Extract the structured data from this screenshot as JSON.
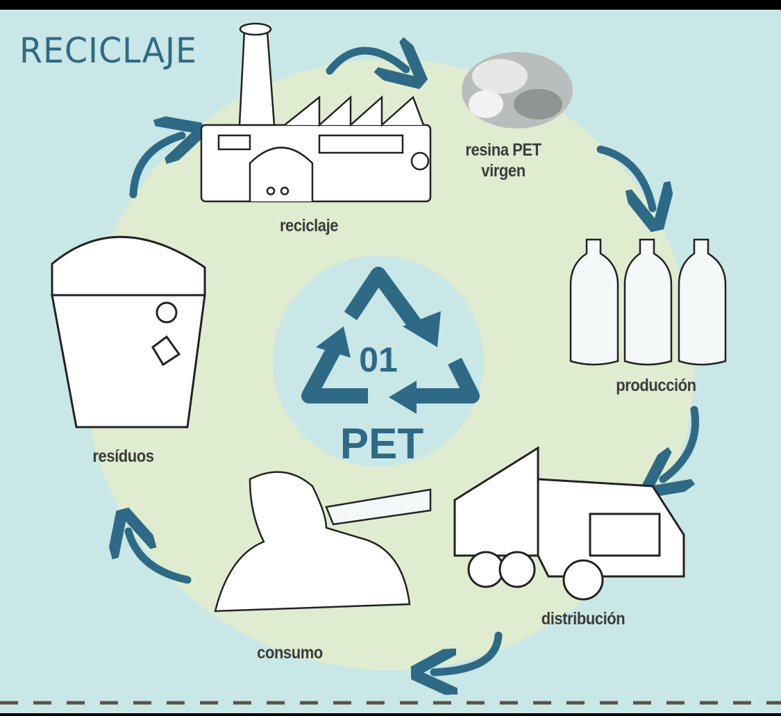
{
  "title": "RECICLAJE",
  "symbol": {
    "code": "01",
    "material": "PET"
  },
  "stages": {
    "reciclaje": "reciclaje",
    "resina_line1": "resina PET",
    "resina_line2": "virgen",
    "produccion": "producción",
    "distribucion": "distribución",
    "consumo": "consumo",
    "residuos": "resíduos"
  },
  "colors": {
    "background": "#c9e7e6",
    "circle": "#dfecd0",
    "accent": "#2e6a86",
    "label": "#3b3b3b"
  }
}
